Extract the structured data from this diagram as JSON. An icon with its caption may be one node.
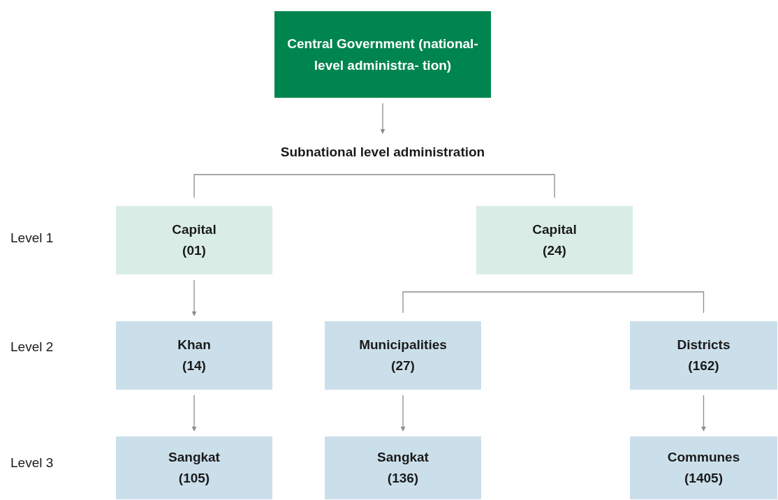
{
  "diagram": {
    "nodes": [
      {
        "text": [
          "Central Government (national-level administra- tion)"
        ]
      },
      {
        "text": [
          "Subnational level administration"
        ]
      },
      {
        "text": [
          "Capital",
          "(01)"
        ]
      },
      {
        "text": [
          "Capital",
          "(24)"
        ]
      },
      {
        "text": [
          "Khan",
          "(14)"
        ]
      },
      {
        "text": [
          "Municipalities",
          "(27)"
        ]
      },
      {
        "text": [
          "Districts",
          "(162)"
        ]
      },
      {
        "text": [
          "Sangkat",
          "(105)"
        ]
      },
      {
        "text": [
          "Sangkat",
          "(136)"
        ]
      },
      {
        "text": [
          "Communes",
          "(1405)"
        ]
      }
    ],
    "edges": [
      {
        "from": 0,
        "to": 1,
        "arrow": "to"
      },
      {
        "from": 1,
        "to": 2,
        "arrow": "none"
      },
      {
        "from": 1,
        "to": 3,
        "arrow": "none"
      },
      {
        "from": 3,
        "to": 5,
        "arrow": "none"
      },
      {
        "from": 3,
        "to": 6,
        "arrow": "none"
      },
      {
        "from": 2,
        "to": 4,
        "arrow": "to"
      },
      {
        "from": 4,
        "to": 7,
        "arrow": "to"
      },
      {
        "from": 5,
        "to": 8,
        "arrow": "to"
      },
      {
        "from": 6,
        "to": 9,
        "arrow": "to"
      }
    ],
    "labels": [
      "Level 1",
      "Level 2",
      "Level 3"
    ]
  }
}
